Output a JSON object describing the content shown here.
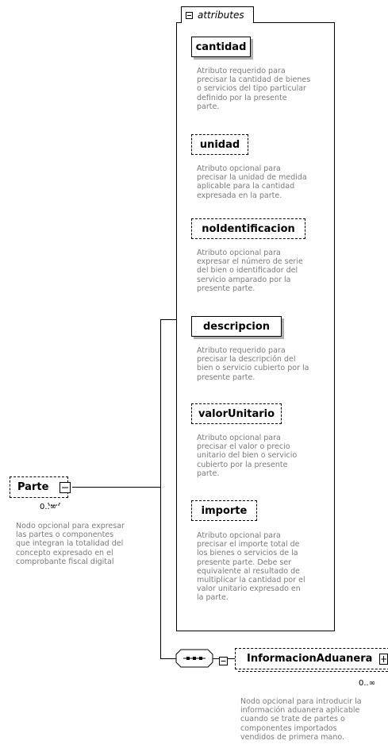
{
  "attributes_group": {
    "label": "attributes",
    "items": [
      {
        "name": "cantidad",
        "use": "required",
        "description": "Atributo requerido para\nprecisar la cantidad de bienes\no servicios del tipo particular\ndefinido por la presente\nparte."
      },
      {
        "name": "unidad",
        "use": "optional",
        "description": "Atributo opcional para\nprecisar la unidad de medida\naplicable para la cantidad\nexpresada en la parte."
      },
      {
        "name": "noIdentificacion",
        "use": "optional",
        "description": "Atributo opcional para\nexpresar el número de serie\ndel bien o identificador del\nservicio amparado por la\npresente parte."
      },
      {
        "name": "descripcion",
        "use": "required",
        "description": "Atributo requerido para\nprecisar la descripción del\nbien o servicio cubierto por la\npresente parte."
      },
      {
        "name": "valorUnitario",
        "use": "optional",
        "description": "Atributo opcional para\nprecisar el valor o precio\nunitario del bien o servicio\ncubierto por la presente\nparte."
      },
      {
        "name": "importe",
        "use": "optional",
        "description": "Atributo opcional para\nprecisar el importe total de\nlos bienes o servicios de la\npresente parte. Debe ser\nequivalente al resultado de\nmultiplicar la cantidad por el\nvalor unitario expresado en\nla parte."
      }
    ]
  },
  "parte": {
    "name": "Parte",
    "cardinality": "0..∞",
    "description": "Nodo opcional para expresar\nlas partes o componentes\nque integran la totalidad del\nconcepto expresado en el\ncomprobante fiscal digital"
  },
  "informacion_aduanera": {
    "name": "InformacionAduanera",
    "cardinality": "0..∞",
    "description": "Nodo opcional para introducir la\ninformación aduanera aplicable\ncuando se trate de partes o\ncomponentes importados\nvendidos de primera mano."
  }
}
